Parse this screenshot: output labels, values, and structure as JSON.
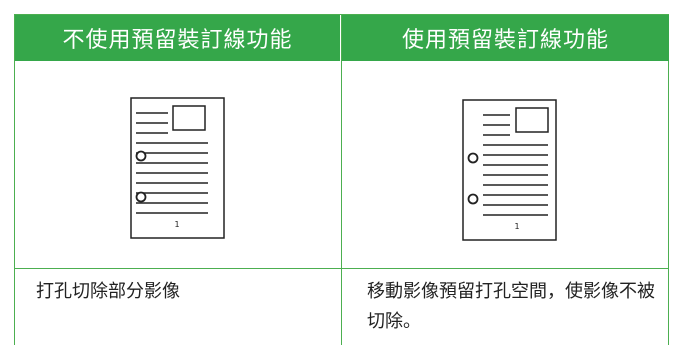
{
  "headers": {
    "left": "不使用預留裝訂線功能",
    "right": "使用預留裝訂線功能"
  },
  "pages": {
    "left_page_number": "1",
    "right_page_number": "1"
  },
  "captions": {
    "left": "打孔切除部分影像",
    "right": "移動影像預留打孔空間，使影像不被切除。"
  },
  "colors": {
    "header_bg": "#35a74a",
    "border": "#4caf50"
  }
}
